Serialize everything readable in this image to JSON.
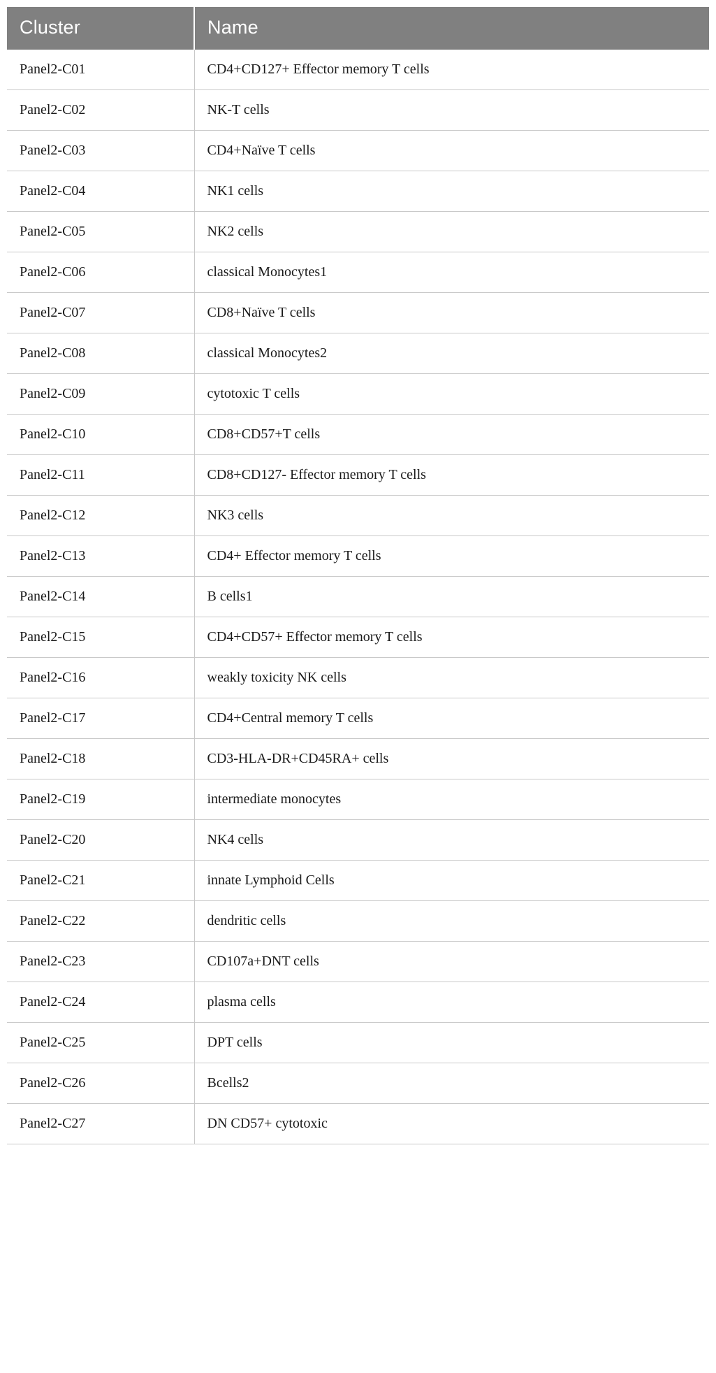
{
  "table": {
    "columns": [
      {
        "key": "cluster",
        "label": "Cluster"
      },
      {
        "key": "name",
        "label": "Name"
      }
    ],
    "header_bg": "#808080",
    "header_text_color": "#ffffff",
    "border_color": "#c9c9c9",
    "rows": [
      {
        "cluster": "Panel2-C01",
        "name": "CD4+CD127+ Effector memory T cells"
      },
      {
        "cluster": "Panel2-C02",
        "name": "NK-T cells"
      },
      {
        "cluster": "Panel2-C03",
        "name": "CD4+Naïve T cells"
      },
      {
        "cluster": "Panel2-C04",
        "name": "NK1 cells"
      },
      {
        "cluster": "Panel2-C05",
        "name": "NK2 cells"
      },
      {
        "cluster": "Panel2-C06",
        "name": "classical Monocytes1"
      },
      {
        "cluster": "Panel2-C07",
        "name": "CD8+Naïve T cells"
      },
      {
        "cluster": "Panel2-C08",
        "name": "classical Monocytes2"
      },
      {
        "cluster": "Panel2-C09",
        "name": "cytotoxic T cells"
      },
      {
        "cluster": "Panel2-C10",
        "name": "CD8+CD57+T cells"
      },
      {
        "cluster": "Panel2-C11",
        "name": "CD8+CD127- Effector memory T cells"
      },
      {
        "cluster": "Panel2-C12",
        "name": "NK3 cells"
      },
      {
        "cluster": "Panel2-C13",
        "name": "CD4+ Effector memory T cells"
      },
      {
        "cluster": "Panel2-C14",
        "name": "B cells1"
      },
      {
        "cluster": "Panel2-C15",
        "name": "CD4+CD57+ Effector memory T cells"
      },
      {
        "cluster": "Panel2-C16",
        "name": "weakly toxicity NK cells"
      },
      {
        "cluster": "Panel2-C17",
        "name": "CD4+Central memory T cells"
      },
      {
        "cluster": "Panel2-C18",
        "name": "CD3-HLA-DR+CD45RA+ cells"
      },
      {
        "cluster": "Panel2-C19",
        "name": "intermediate monocytes"
      },
      {
        "cluster": "Panel2-C20",
        "name": "NK4 cells"
      },
      {
        "cluster": "Panel2-C21",
        "name": "innate Lymphoid Cells"
      },
      {
        "cluster": "Panel2-C22",
        "name": "dendritic cells"
      },
      {
        "cluster": "Panel2-C23",
        "name": "CD107a+DNT cells"
      },
      {
        "cluster": "Panel2-C24",
        "name": "plasma cells"
      },
      {
        "cluster": "Panel2-C25",
        "name": "DPT cells"
      },
      {
        "cluster": "Panel2-C26",
        "name": "Bcells2"
      },
      {
        "cluster": "Panel2-C27",
        "name": "DN CD57+ cytotoxic"
      }
    ]
  }
}
